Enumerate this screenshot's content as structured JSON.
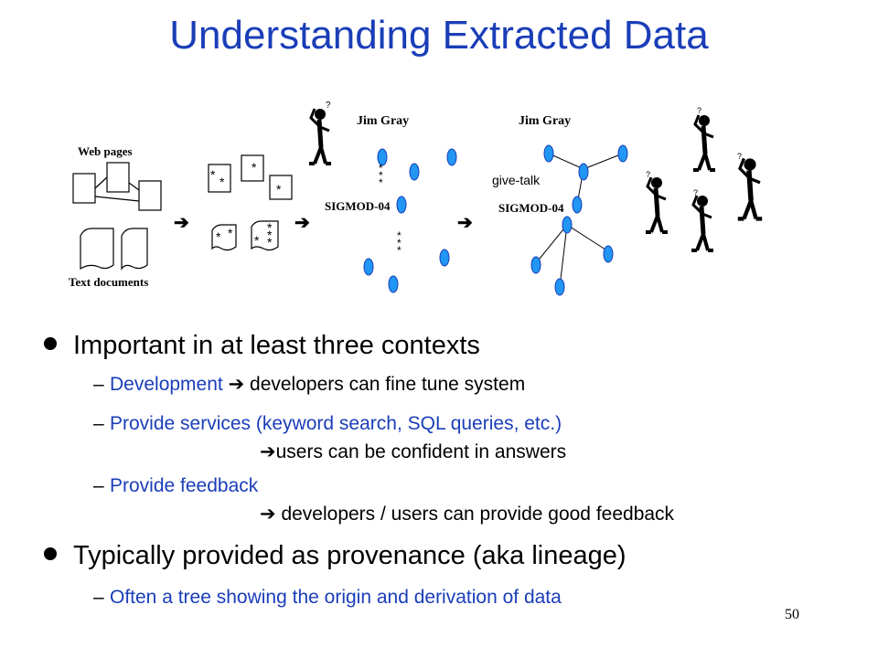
{
  "slide": {
    "title": "Understanding Extracted Data",
    "page_number": "50"
  },
  "diagram": {
    "web_pages_label": "Web pages",
    "text_documents_label": "Text documents",
    "star": "*",
    "graph1": {
      "person_label": "Jim Gray",
      "conf_label": "SIGMOD-04"
    },
    "graph2": {
      "person_label": "Jim Gray",
      "conf_label": "SIGMOD-04",
      "edge_label": "give-talk"
    },
    "question_mark": "?"
  },
  "bullets": {
    "b1": {
      "text": "Important in at least three contexts"
    },
    "b1_sub1": {
      "lead": "Development",
      "rest": " developers can fine tune system"
    },
    "b1_sub2": {
      "lead": "Provide services (keyword search, SQL queries, etc.)",
      "rest": "users can be confident in answers"
    },
    "b1_sub3": {
      "lead": "Provide feedback",
      "rest": " developers / users can provide good feedback"
    },
    "b2": {
      "text": "Typically provided as provenance (aka lineage)"
    },
    "b2_sub1": {
      "lead": "Often a tree showing the origin and derivation of data"
    }
  },
  "icons": {
    "bullet": "filled-circle",
    "arrow": "right-arrow"
  },
  "colors": {
    "title": "#1a3eb8",
    "node_fill": "#2196f3",
    "node_stroke": "#1a3eb8"
  }
}
